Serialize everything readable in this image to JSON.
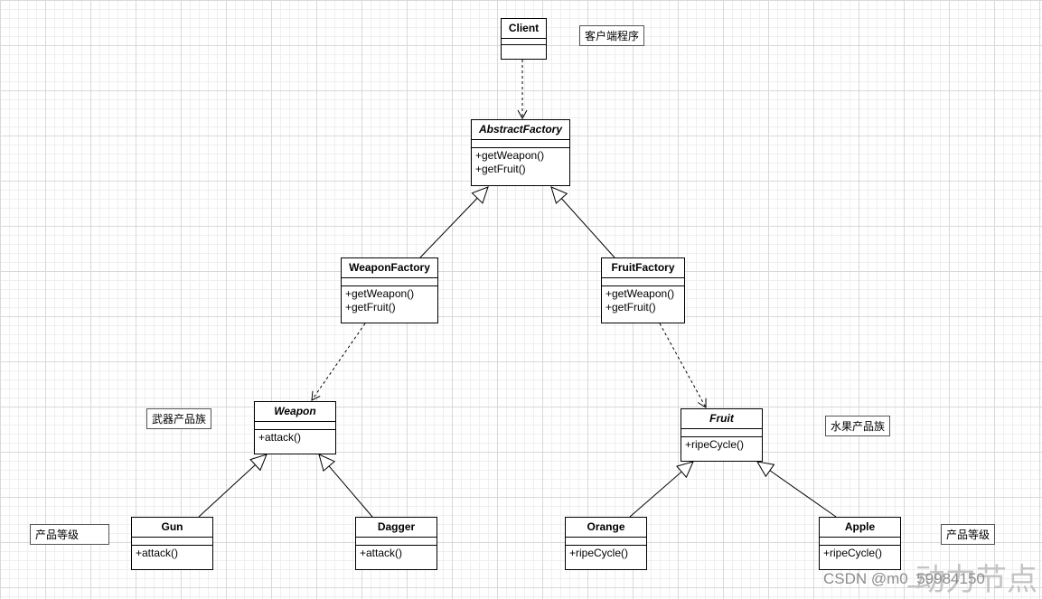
{
  "classes": {
    "client": {
      "name": "Client"
    },
    "abstract_factory": {
      "name": "AbstractFactory",
      "ops": [
        "+getWeapon()",
        "+getFruit()"
      ]
    },
    "weapon_factory": {
      "name": "WeaponFactory",
      "ops": [
        "+getWeapon()",
        "+getFruit()"
      ]
    },
    "fruit_factory": {
      "name": "FruitFactory",
      "ops": [
        "+getWeapon()",
        "+getFruit()"
      ]
    },
    "weapon": {
      "name": "Weapon",
      "ops": [
        "+attack()"
      ]
    },
    "fruit": {
      "name": "Fruit",
      "ops": [
        "+ripeCycle()"
      ]
    },
    "gun": {
      "name": "Gun",
      "ops": [
        "+attack()"
      ]
    },
    "dagger": {
      "name": "Dagger",
      "ops": [
        "+attack()"
      ]
    },
    "orange": {
      "name": "Orange",
      "ops": [
        "+ripeCycle()"
      ]
    },
    "apple": {
      "name": "Apple",
      "ops": [
        "+ripeCycle()"
      ]
    }
  },
  "notes": {
    "client_program": "客户端程序",
    "weapon_family": "武器产品族",
    "fruit_family": "水果产品族",
    "level_left": "产品等级",
    "level_right": "产品等级"
  },
  "watermark": {
    "csdn": "CSDN @m0_59984150",
    "chinese": "动力节点"
  },
  "colors": {
    "grid_major": "#d9d9d9",
    "grid_minor": "#efefef",
    "line": "#000000"
  }
}
